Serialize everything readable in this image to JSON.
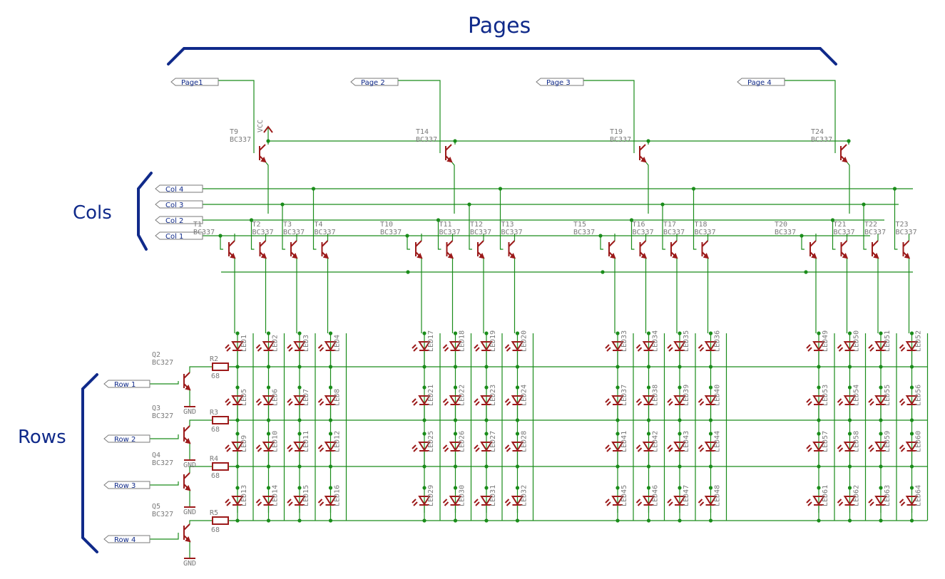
{
  "headings": {
    "pages": "Pages",
    "cols": "Cols",
    "rows": "Rows"
  },
  "page_labels": [
    "Page1",
    "Page 2",
    "Page 3",
    "Page 4"
  ],
  "col_labels": [
    "Col 4",
    "Col 3",
    "Col 2",
    "Col 1"
  ],
  "row_labels": [
    "Row 1",
    "Row 2",
    "Row 3",
    "Row 4"
  ],
  "vcc_label": "VCC",
  "gnd_label": "GND",
  "page_transistors": [
    {
      "name": "T9",
      "type": "BC337"
    },
    {
      "name": "T14",
      "type": "BC337"
    },
    {
      "name": "T19",
      "type": "BC337"
    },
    {
      "name": "T24",
      "type": "BC337"
    }
  ],
  "col_transistors": [
    {
      "name": "T1",
      "type": "BC337"
    },
    {
      "name": "T2",
      "type": "BC337"
    },
    {
      "name": "T3",
      "type": "BC337"
    },
    {
      "name": "T4",
      "type": "BC337"
    },
    {
      "name": "T10",
      "type": "BC337"
    },
    {
      "name": "T11",
      "type": "BC337"
    },
    {
      "name": "T12",
      "type": "BC337"
    },
    {
      "name": "T13",
      "type": "BC337"
    },
    {
      "name": "T15",
      "type": "BC337"
    },
    {
      "name": "T16",
      "type": "BC337"
    },
    {
      "name": "T17",
      "type": "BC337"
    },
    {
      "name": "T18",
      "type": "BC337"
    },
    {
      "name": "T20",
      "type": "BC337"
    },
    {
      "name": "T21",
      "type": "BC337"
    },
    {
      "name": "T22",
      "type": "BC337"
    },
    {
      "name": "T23",
      "type": "BC337"
    }
  ],
  "row_transistors": [
    {
      "name": "Q2",
      "type": "BC327"
    },
    {
      "name": "Q3",
      "type": "BC327"
    },
    {
      "name": "Q4",
      "type": "BC327"
    },
    {
      "name": "Q5",
      "type": "BC327"
    }
  ],
  "resistors": [
    {
      "name": "R2",
      "value": "68"
    },
    {
      "name": "R3",
      "value": "68"
    },
    {
      "name": "R4",
      "value": "68"
    },
    {
      "name": "R5",
      "value": "68"
    }
  ],
  "led_labels": [
    [
      "LED1",
      "LED2",
      "LED3",
      "LED4",
      "LED17",
      "LED18",
      "LED19",
      "LED20",
      "LED33",
      "LED34",
      "LED35",
      "LED36",
      "LED49",
      "LED50",
      "LED51",
      "LED52"
    ],
    [
      "LED5",
      "LED6",
      "LED7",
      "LED8",
      "LED21",
      "LED22",
      "LED23",
      "LED24",
      "LED37",
      "LED38",
      "LED39",
      "LED40",
      "LED53",
      "LED54",
      "LED55",
      "LED56"
    ],
    [
      "LED9",
      "LED10",
      "LED11",
      "LED12",
      "LED25",
      "LED26",
      "LED27",
      "LED28",
      "LED41",
      "LED42",
      "LED43",
      "LED44",
      "LED57",
      "LED58",
      "LED59",
      "LED60"
    ],
    [
      "LED13",
      "LED14",
      "LED15",
      "LED16",
      "LED29",
      "LED30",
      "LED31",
      "LED32",
      "LED45",
      "LED46",
      "LED47",
      "LED48",
      "LED61",
      "LED62",
      "LED63",
      "LED64"
    ]
  ],
  "colors": {
    "wire": "#1a8c1a",
    "component": "#9c1a1a",
    "label": "#102a8a",
    "name": "#7a7a7a"
  }
}
